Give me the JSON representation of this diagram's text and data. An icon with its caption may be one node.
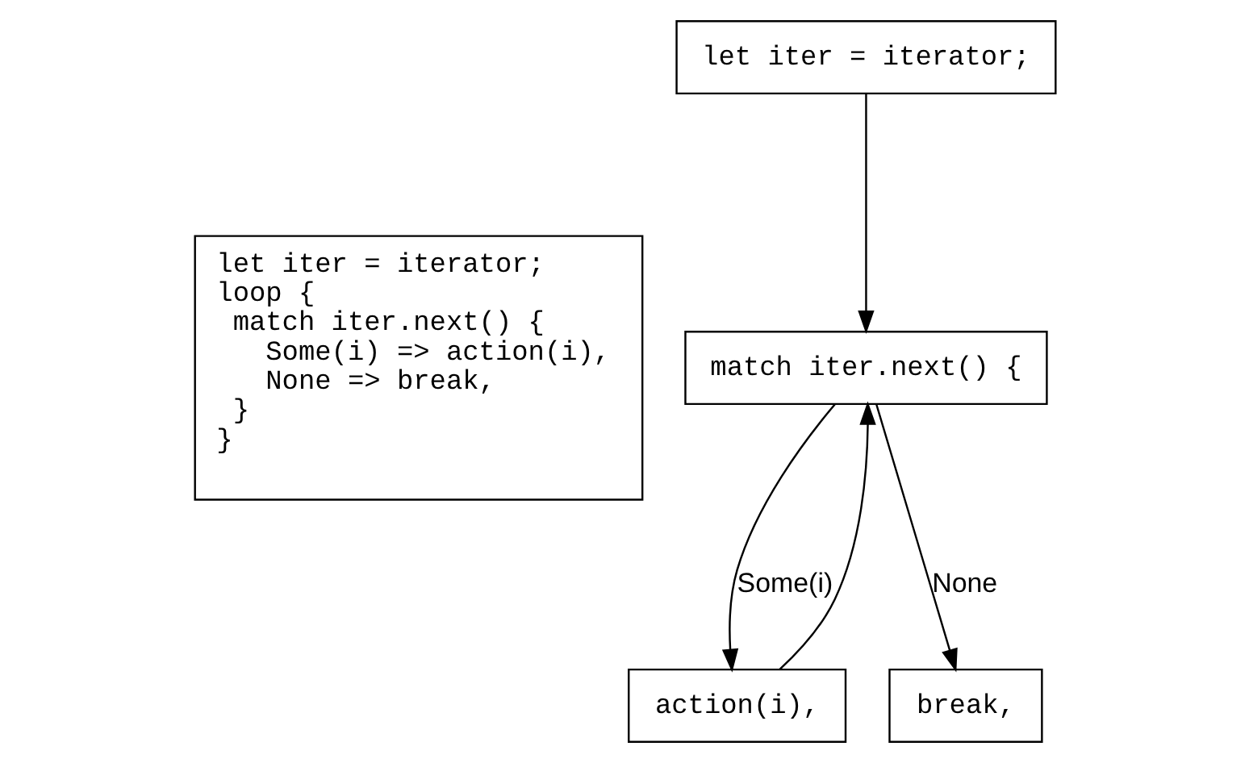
{
  "diagram": {
    "nodes": [
      {
        "text": [
          "let iter = iterator;",
          "loop {",
          "  match iter.next() {",
          "    Some(i) => action(i),",
          "    None => break,",
          "  }",
          "}"
        ]
      },
      {
        "text": [
          "let iter = iterator;"
        ]
      },
      {
        "text": [
          "match iter.next() {"
        ]
      },
      {
        "text": [
          "action(i),"
        ]
      },
      {
        "text": [
          "break,"
        ]
      }
    ],
    "edges": [
      {
        "from": 1,
        "to": 2,
        "arrow": "to"
      },
      {
        "from": 2,
        "to": 3,
        "arrow": "to",
        "label": "Some(i)"
      },
      {
        "from": 3,
        "to": 2,
        "arrow": "to"
      },
      {
        "from": 2,
        "to": 4,
        "arrow": "to",
        "label": "None"
      }
    ]
  }
}
